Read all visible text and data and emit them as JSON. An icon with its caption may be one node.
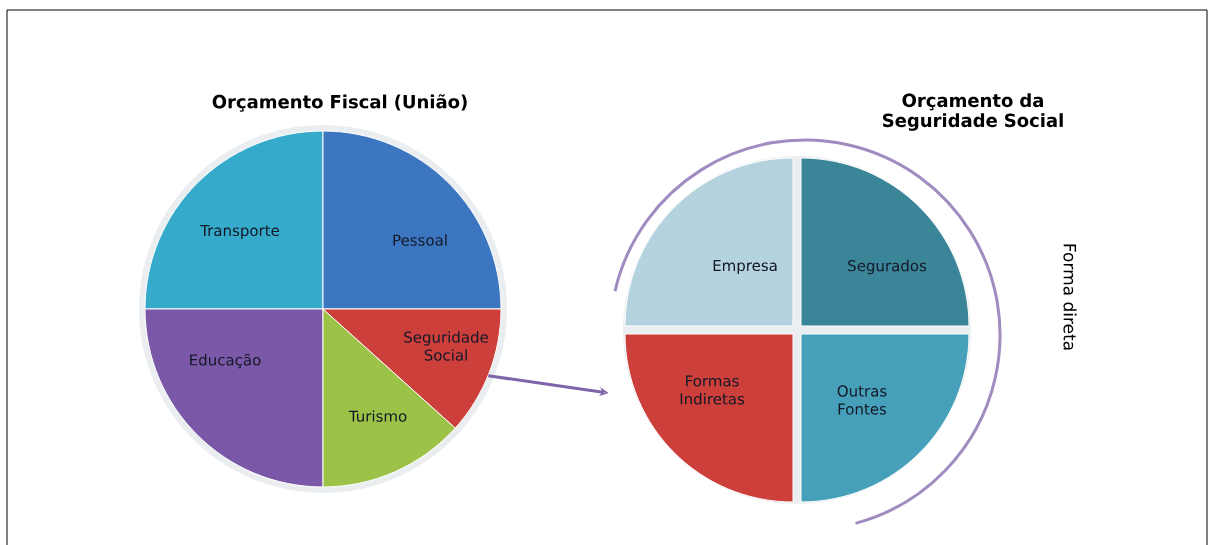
{
  "diagram": {
    "nodes": [
      {
        "text": [
          "Orçamento Fiscal (União)"
        ]
      },
      {
        "text": [
          "Transporte"
        ],
        "in": 0
      },
      {
        "text": [
          "Pessoal"
        ],
        "in": 0
      },
      {
        "text": [
          "Educação"
        ],
        "in": 0
      },
      {
        "text": [
          "Turismo"
        ],
        "in": 0
      },
      {
        "text": [
          "Seguridade Social"
        ],
        "in": 0
      },
      {
        "text": [
          "Orçamento da Seguridade Social"
        ]
      },
      {
        "text": [
          "Empresa"
        ],
        "in": 6
      },
      {
        "text": [
          "Segurados"
        ],
        "in": 6
      },
      {
        "text": [
          "Formas Indiretas"
        ],
        "in": 6
      },
      {
        "text": [
          "Outras Fontes"
        ],
        "in": 6
      }
    ],
    "edges": [
      {
        "from": 0,
        "to": 6,
        "arrow": "to"
      }
    ],
    "labels": [
      "Forma direta"
    ]
  }
}
